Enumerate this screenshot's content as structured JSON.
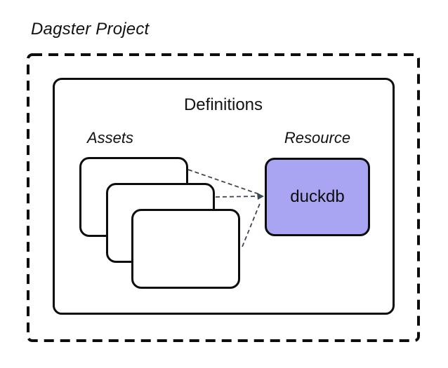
{
  "title": "Dagster Project",
  "definitions": {
    "label": "Definitions"
  },
  "assets": {
    "label": "Assets",
    "card_count": 3
  },
  "resource": {
    "label": "Resource",
    "box_label": "duckdb"
  },
  "colors": {
    "outline": "#0d0d0d",
    "connector": "#3e4854",
    "resource_fill": "#a9a5f3",
    "card_fill": "#ffffff",
    "background": "#ffffff"
  }
}
